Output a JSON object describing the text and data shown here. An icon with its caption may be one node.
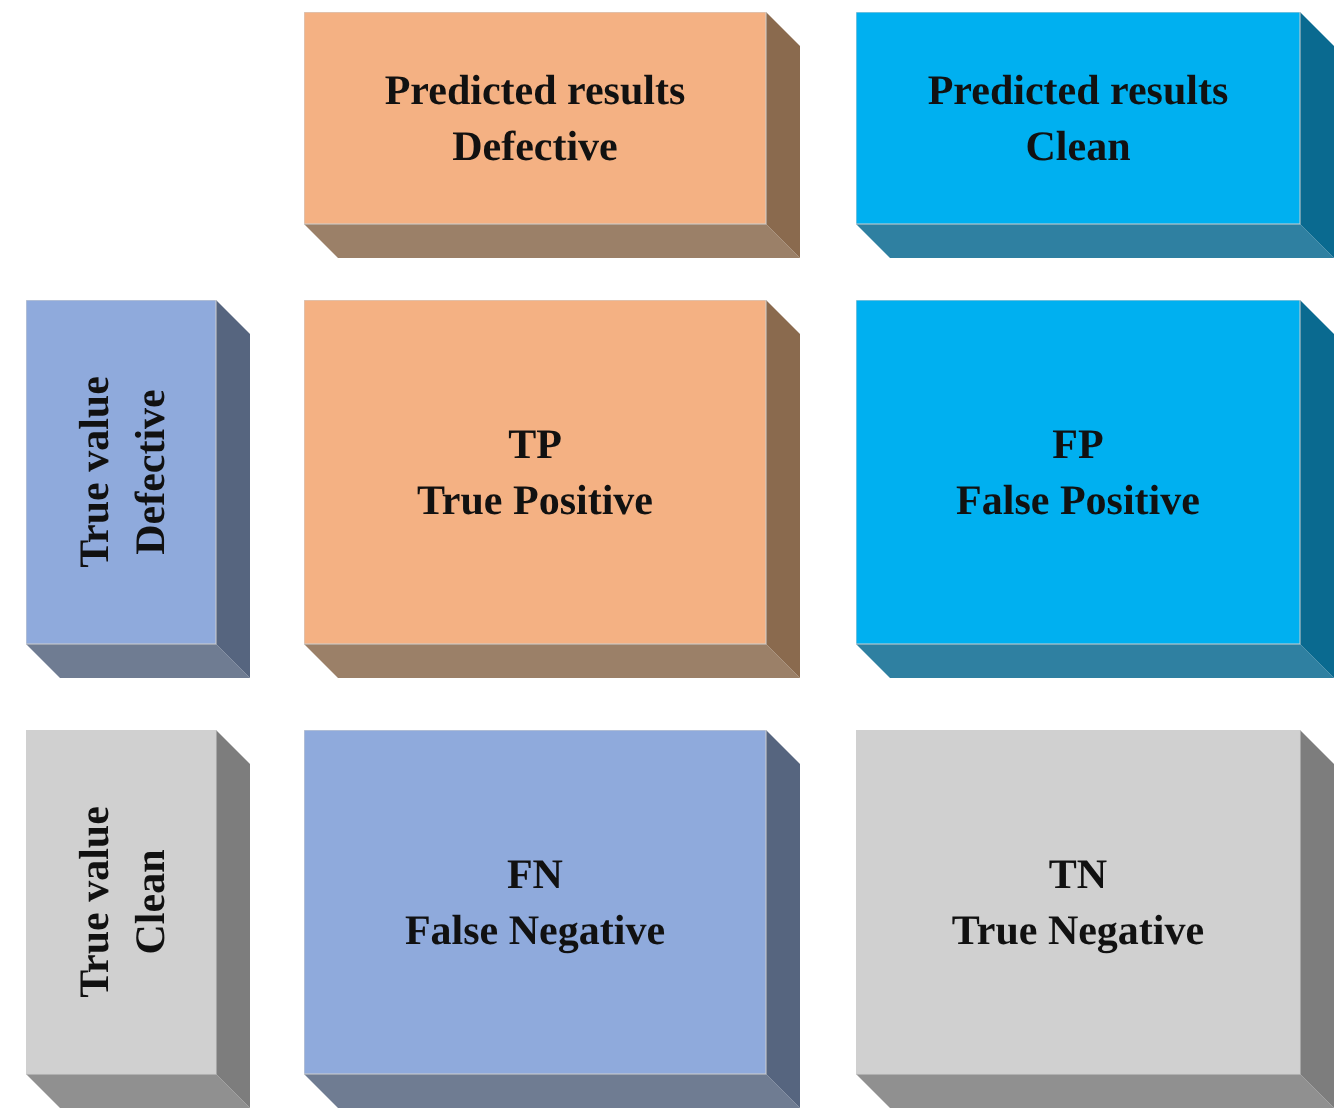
{
  "diagram": {
    "nodes": [
      {
        "text": [
          "Predicted results",
          "Defective"
        ]
      },
      {
        "text": [
          "Predicted results",
          "Clean"
        ]
      },
      {
        "text": [
          "True value",
          "Defective"
        ]
      },
      {
        "text": [
          "TP",
          "True Positive"
        ]
      },
      {
        "text": [
          "FP",
          "False Positive"
        ]
      },
      {
        "text": [
          "True value",
          "Clean"
        ]
      },
      {
        "text": [
          "FN",
          "False Negative"
        ]
      },
      {
        "text": [
          "TN",
          "True Negative"
        ]
      }
    ]
  }
}
